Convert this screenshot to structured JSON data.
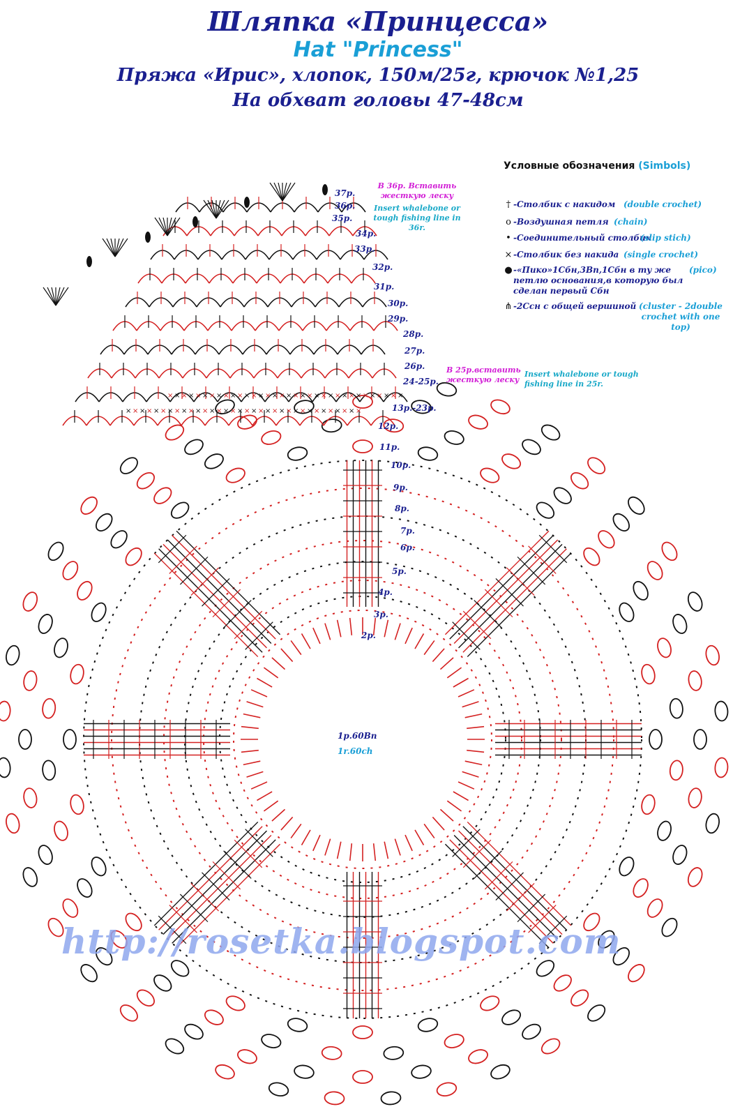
{
  "title": {
    "ru": "Шляпка «Принцесса»",
    "en": "Hat \"Princess\"",
    "yarn": "Пряжа «Ирис», хлопок, 150м/25г, крючок №1,25",
    "size": "На обхват головы 47-48см"
  },
  "legend": {
    "title_ru": "Условные обозначения",
    "title_en": "(Simbols)",
    "items": [
      {
        "icon": "double-crochet-icon",
        "glyph": "†",
        "ru": "-Столбик с накидом",
        "en": "(double crochet)"
      },
      {
        "icon": "chain-icon",
        "glyph": "o",
        "ru": "-Воздушная петля",
        "en": "(chain)"
      },
      {
        "icon": "slip-stitch-icon",
        "glyph": "•",
        "ru": "-Соединительный столбик",
        "en": "(slip stich)"
      },
      {
        "icon": "single-crochet-icon",
        "glyph": "×",
        "ru": "-Столбик без накида",
        "en": "(single crochet)"
      },
      {
        "icon": "picot-icon",
        "glyph": "●",
        "ru": "-«Пико»1Сбн,3Вп,1Сбн в ту же петлю основания,в которую был сделан первый Сбн",
        "en": "(pico)"
      },
      {
        "icon": "cluster-icon",
        "glyph": "⋔",
        "ru": "-2Ссн с общей вершиной",
        "en": "(cluster - 2double crochet with one top)"
      }
    ]
  },
  "row_labels": [
    "37р.",
    "36р.",
    "35р.",
    "34р.",
    "33р.",
    "32р.",
    "31р.",
    "30р.",
    "29р.",
    "28р.",
    "27р.",
    "26р.",
    "24-25р.",
    "13р.-23р.",
    "12р.",
    "11р.",
    "10р.",
    "9р.",
    "8р.",
    "7р.",
    "6р.",
    "5р.",
    "4р.",
    "3р.",
    "2р."
  ],
  "notes": {
    "row36_ru": "В 36р. Вставить жесткую леску",
    "row36_en": "Insert whalebone or tough fishing line in 36r.",
    "row25_ru": "В 25р.вставить жесткую леску",
    "row25_en": "Insert whalebone or tough fishing line in 25r."
  },
  "center": {
    "ru": "1р.60Вп",
    "en": "1r.60ch"
  },
  "watermark": "http://rosetka.blogspot.com",
  "colors": {
    "title": "#1a1f8f",
    "accent": "#1a9fd6",
    "pink": "#d21fd6",
    "red": "#d42020",
    "black": "#111111"
  }
}
